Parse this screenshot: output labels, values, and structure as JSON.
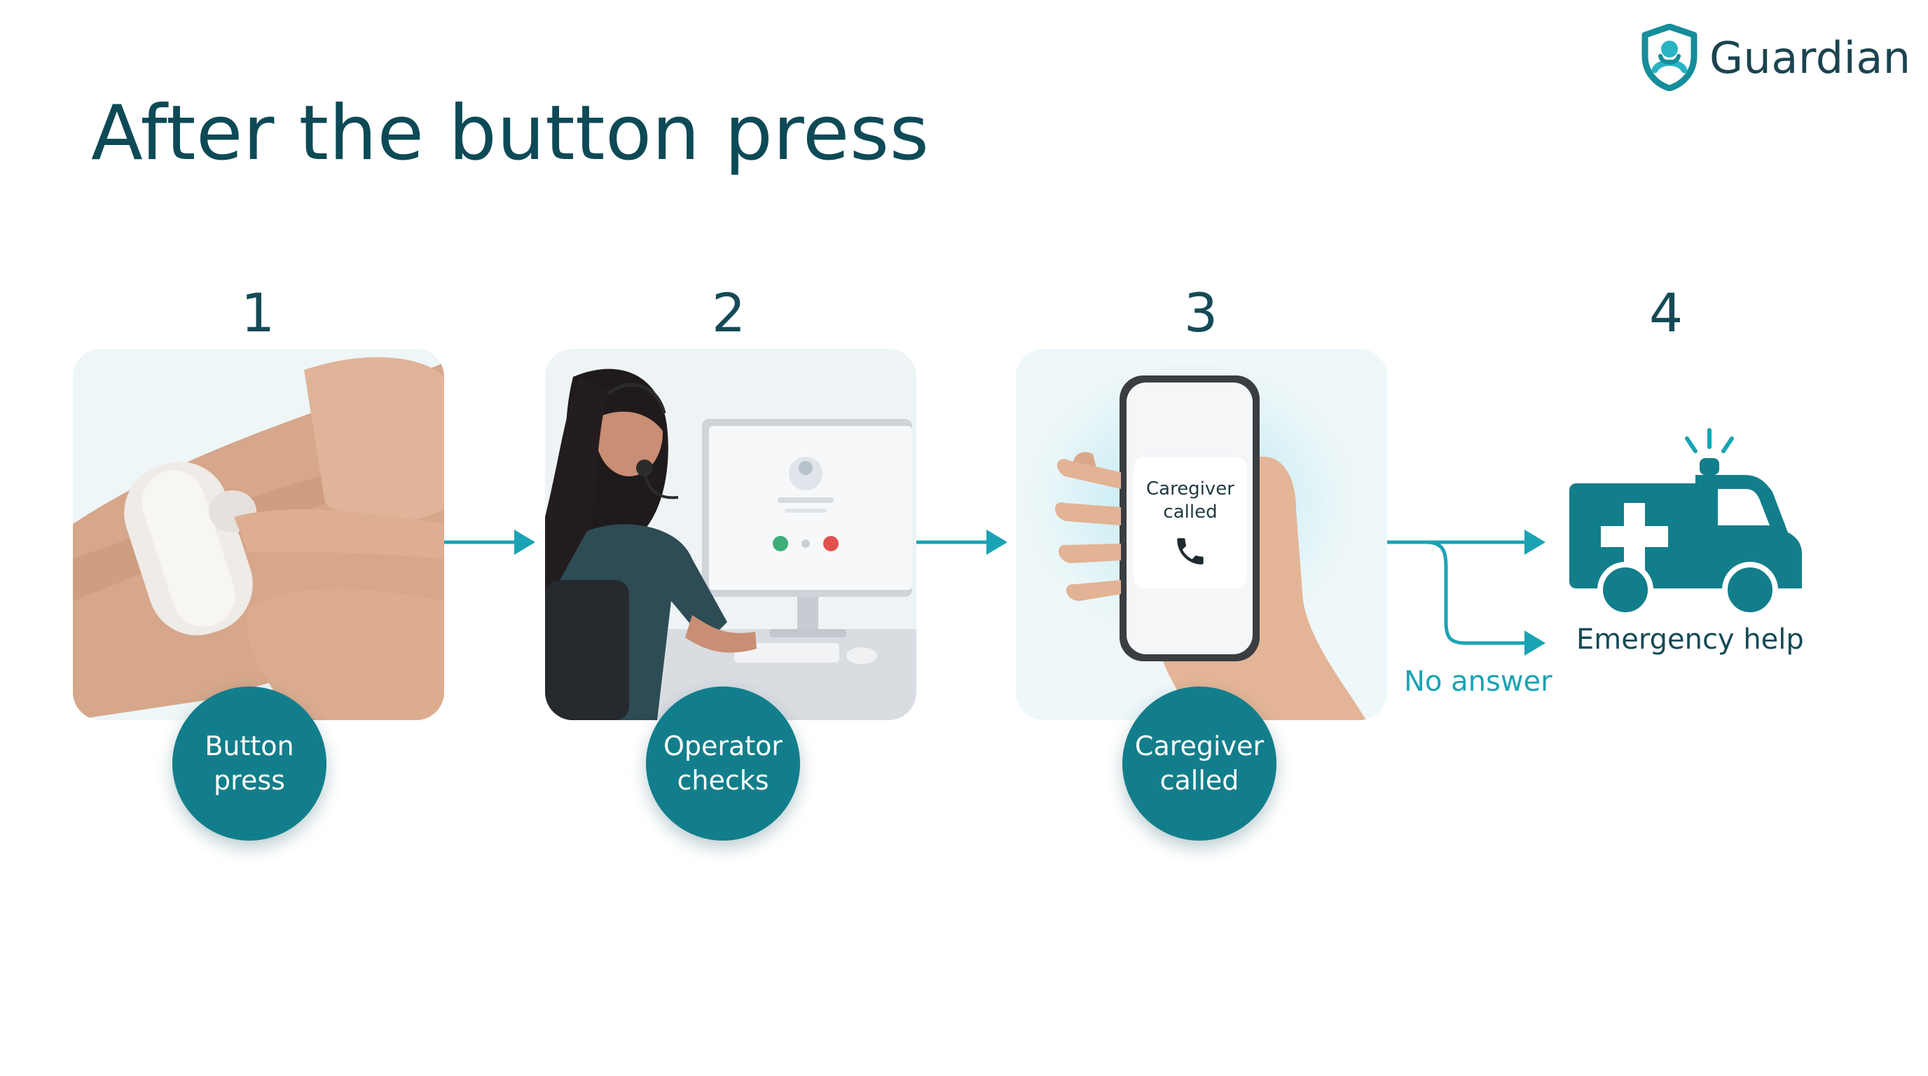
{
  "brand": {
    "name": "Guardian"
  },
  "title": "After the button press",
  "steps": [
    {
      "number": "1",
      "label": "Button\npress"
    },
    {
      "number": "2",
      "label": "Operator\nchecks"
    },
    {
      "number": "3",
      "label": "Caregiver\ncalled",
      "phone_text": "Caregiver\ncalled"
    },
    {
      "number": "4",
      "label": "Emergency help"
    }
  ],
  "branch": {
    "label": "No answer"
  },
  "colors": {
    "primary": "#137e8b",
    "arrow": "#1aa3b4",
    "title": "#0d4a56",
    "card_bg": "#eef7f9"
  },
  "icons": [
    "shield-person-icon",
    "phone-handset-icon",
    "ambulance-icon",
    "flashing-light-icon"
  ]
}
